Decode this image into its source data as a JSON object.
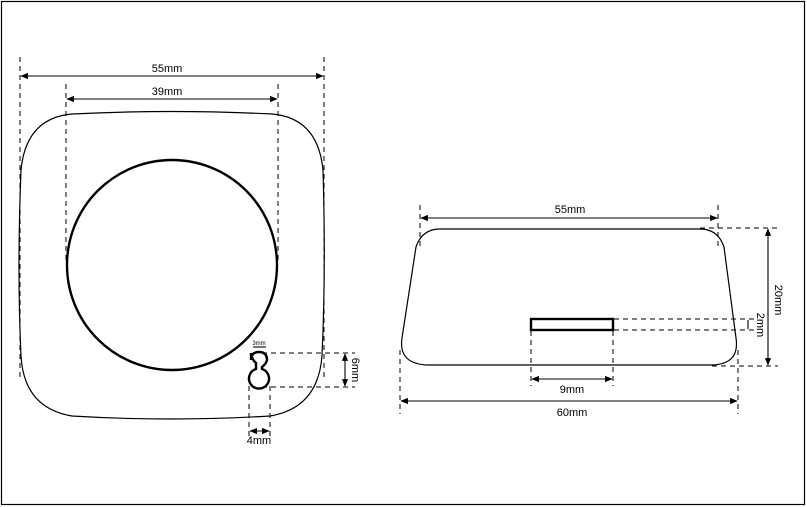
{
  "front_view": {
    "overall_width": "55mm",
    "dial_width": "39mm",
    "keyhole_height": "6mm",
    "keyhole_width": "4mm",
    "keyhole_head": "3mm"
  },
  "side_view": {
    "top_width": "55mm",
    "bottom_width": "60mm",
    "height": "20mm",
    "slot_height": "2mm",
    "slot_width": "9mm"
  },
  "colors": {
    "line": "#000000",
    "background": "#ffffff"
  }
}
